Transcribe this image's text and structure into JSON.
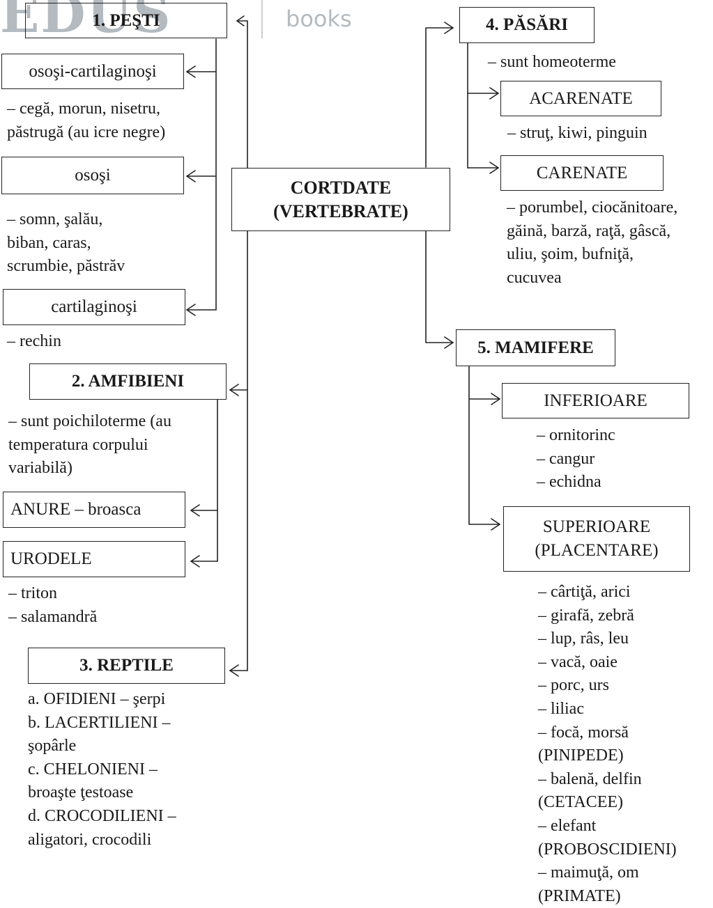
{
  "watermark": {
    "brand": "EDUS",
    "sub": "books"
  },
  "center": {
    "label_1": "CORTDATE",
    "label_2": "(VERTEBRATE)"
  },
  "fish": {
    "title": "1. PEŞTI",
    "bony_cartilaginous": "osoşi-cartilaginoşi",
    "bony_cartilaginous_desc": [
      "– cegă, morun, nisetru,",
      "păstrugă (au icre negre)"
    ],
    "bony": "osoşi",
    "bony_desc": [
      "– somn, şalău,",
      "biban, caras,",
      "scrumbie, păstrăv"
    ],
    "cartilaginous": "cartilaginoşi",
    "cartilaginous_desc": [
      "– rechin"
    ]
  },
  "amphibians": {
    "title": "2. AMFIBIENI",
    "desc": [
      "– sunt poichiloterme (au",
      "temperatura corpului",
      "variabilă)"
    ],
    "anure": "ANURE – broasca",
    "urodele": "URODELE",
    "urodele_desc": [
      "– triton",
      "– salamandră"
    ]
  },
  "reptiles": {
    "title": "3. REPTILE",
    "desc": [
      "a. OFIDIENI – şerpi",
      "b. LACERTILIENI –",
      "şopârle",
      "c. CHELONIENI –",
      "broaşte ţestoase",
      "d. CROCODILIENI –",
      "aligatori, crocodili"
    ]
  },
  "birds": {
    "title": "4. PĂSĂRI",
    "desc": "– sunt homeoterme",
    "acarenate": "ACARENATE",
    "acarenate_desc": "– struţ, kiwi, pinguin",
    "carenate": "CARENATE",
    "carenate_desc": [
      "– porumbel, ciocănitoare,",
      "găină, barză, raţă, gâscă,",
      "uliu, şoim, bufniţă,",
      "cucuvea"
    ]
  },
  "mammals": {
    "title": "5. MAMIFERE",
    "inferior": "INFERIOARE",
    "inferior_desc": [
      "– ornitorinc",
      "– cangur",
      "– echidna"
    ],
    "superior_1": "SUPERIOARE",
    "superior_2": "(PLACENTARE)",
    "superior_desc": [
      "– cârtiţă, arici",
      "– girafă, zebră",
      "– lup, râs, leu",
      "– vacă, oaie",
      "– porc, urs",
      "– liliac",
      "– focă, morsă",
      "(PINIPEDE)",
      "– balenă, delfin",
      "(CETACEE)",
      "– elefant",
      "(PROBOSCIDIENI)",
      "– maimuţă, om",
      "(PRIMATE)"
    ]
  }
}
